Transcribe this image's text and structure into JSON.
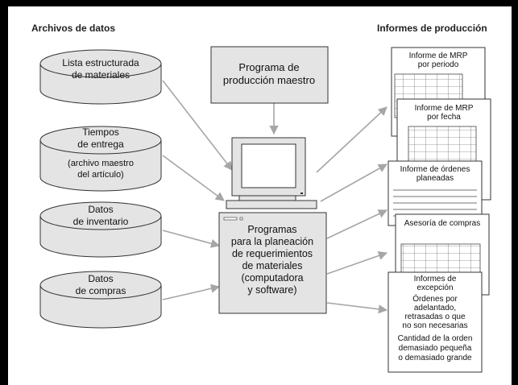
{
  "headings": {
    "left": "Archivos de datos",
    "right": "Informes de producción"
  },
  "master_program": [
    "Programa de",
    "producción maestro"
  ],
  "data_files": [
    {
      "lines": [
        "Lista estructurada",
        "de materiales"
      ]
    },
    {
      "lines": [
        "Tiempos",
        "de entrega",
        "(archivo maestro",
        "del artículo)"
      ]
    },
    {
      "lines": [
        "Datos",
        "de inventario"
      ]
    },
    {
      "lines": [
        "Datos",
        "de compras"
      ]
    }
  ],
  "mrp_programs": [
    "Programas",
    "para la planeación",
    "de requerimientos",
    "de materiales",
    "(computadora",
    "y software)"
  ],
  "reports": [
    {
      "lines": [
        "Informe de MRP",
        "por periodo"
      ]
    },
    {
      "lines": [
        "Informe de MRP",
        "por fecha"
      ]
    },
    {
      "lines": [
        "Informe de órdenes",
        "planeadas"
      ]
    },
    {
      "lines": [
        "Asesoría de compras"
      ]
    },
    {
      "lines": [
        "Informes de",
        "excepción",
        "Órdenes por",
        "adelantado,",
        "retrasadas o que",
        "no son necesarias",
        "Cantidad de la orden",
        "demasiado pequeña",
        "o demasiado  grande"
      ]
    }
  ],
  "colors": {
    "frame_border": "#000000",
    "box_fill": "#e4e4e4",
    "arrow": "#a6a6a6",
    "paper": "#ffffff",
    "stroke": "#333333"
  }
}
